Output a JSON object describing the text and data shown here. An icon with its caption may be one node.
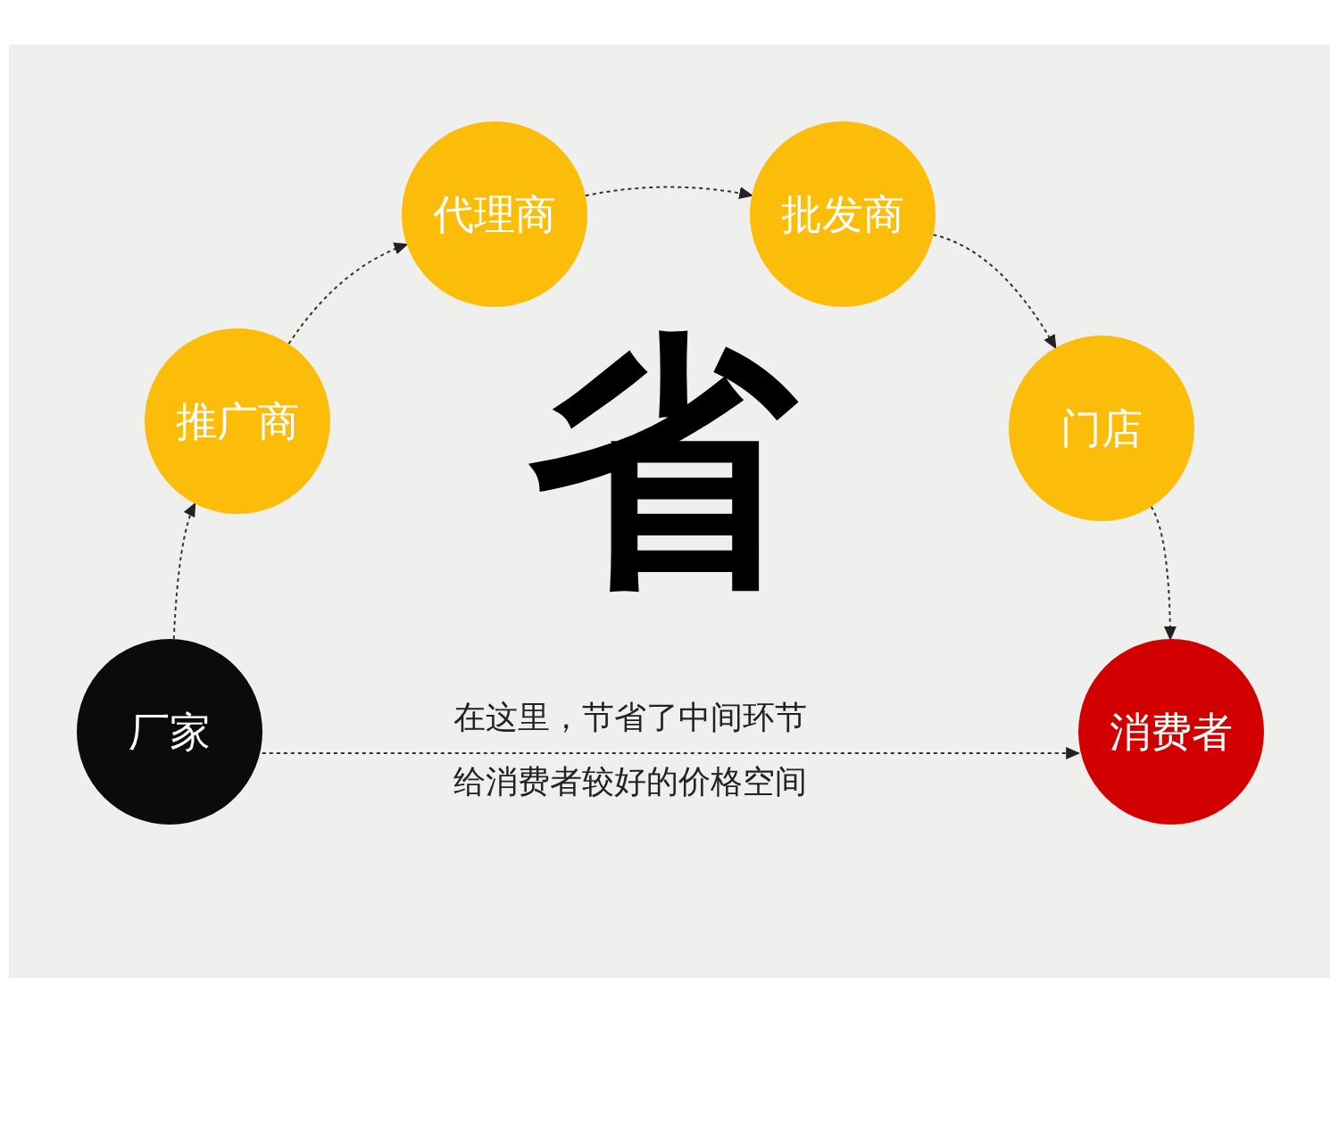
{
  "diagram": {
    "nodes": [
      {
        "text": [
          "厂家"
        ]
      },
      {
        "text": [
          "推广商"
        ]
      },
      {
        "text": [
          "代理商"
        ]
      },
      {
        "text": [
          "批发商"
        ]
      },
      {
        "text": [
          "门店"
        ]
      },
      {
        "text": [
          "消费者"
        ]
      }
    ],
    "edges": [
      {
        "from": 0,
        "to": 1,
        "arrow": "to"
      },
      {
        "from": 1,
        "to": 2,
        "arrow": "to"
      },
      {
        "from": 2,
        "to": 3,
        "arrow": "to"
      },
      {
        "from": 3,
        "to": 4,
        "arrow": "to"
      },
      {
        "from": 4,
        "to": 5,
        "arrow": "to"
      },
      {
        "from": 0,
        "to": 5,
        "arrow": "to"
      }
    ],
    "labels": [
      "省",
      "在这里，节省了中间环节",
      "给消费者较好的价格空间"
    ]
  }
}
